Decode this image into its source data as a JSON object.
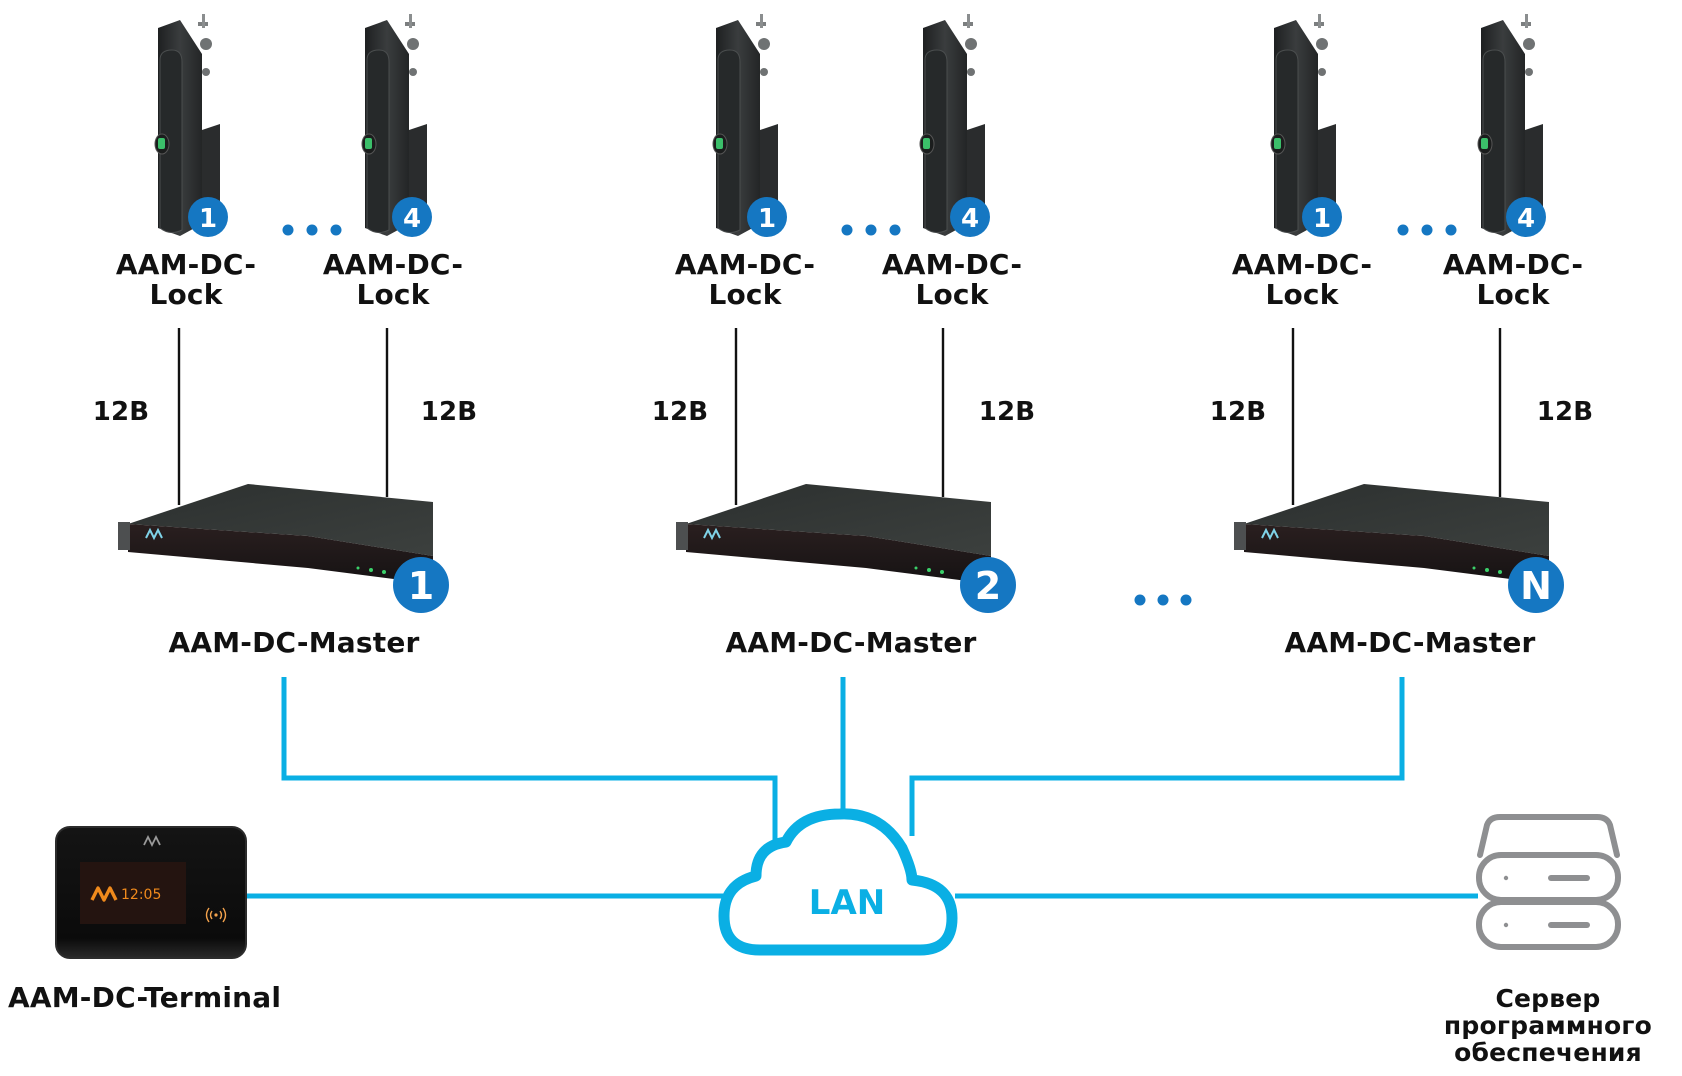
{
  "colors": {
    "lan_line": "#0aafe4",
    "badge": "#1577c2",
    "dot": "#1577c2",
    "power_wire": "#111111",
    "device_dark": "#2b2e2d",
    "server_icon": "#8e8f91",
    "terminal_accent": "#f08a1c"
  },
  "groups": [
    {
      "id": "group-1",
      "locks": [
        {
          "label_line1": "AAM-DC-",
          "label_line2": "Lock",
          "badge": "1"
        },
        {
          "label_line1": "AAM-DC-",
          "label_line2": "Lock",
          "badge": "4"
        }
      ],
      "voltage_labels": [
        "12В",
        "12В"
      ],
      "master": {
        "label": "AAM-DC-Master",
        "badge": "1"
      }
    },
    {
      "id": "group-2",
      "locks": [
        {
          "label_line1": "AAM-DC-",
          "label_line2": "Lock",
          "badge": "1"
        },
        {
          "label_line1": "AAM-DC-",
          "label_line2": "Lock",
          "badge": "4"
        }
      ],
      "voltage_labels": [
        "12В",
        "12В"
      ],
      "master": {
        "label": "AAM-DC-Master",
        "badge": "2"
      }
    },
    {
      "id": "group-3",
      "locks": [
        {
          "label_line1": "AAM-DC-",
          "label_line2": "Lock",
          "badge": "1"
        },
        {
          "label_line1": "AAM-DC-",
          "label_line2": "Lock",
          "badge": "4"
        }
      ],
      "voltage_labels": [
        "12В",
        "12В"
      ],
      "master": {
        "label": "AAM-DC-Master",
        "badge": "N"
      }
    }
  ],
  "lan": {
    "label": "LAN"
  },
  "terminal": {
    "label": "AAM-DC-Terminal",
    "screen_time": "12:05"
  },
  "server": {
    "label_lines": [
      "Сервер",
      "программного",
      "обеспечения"
    ]
  }
}
